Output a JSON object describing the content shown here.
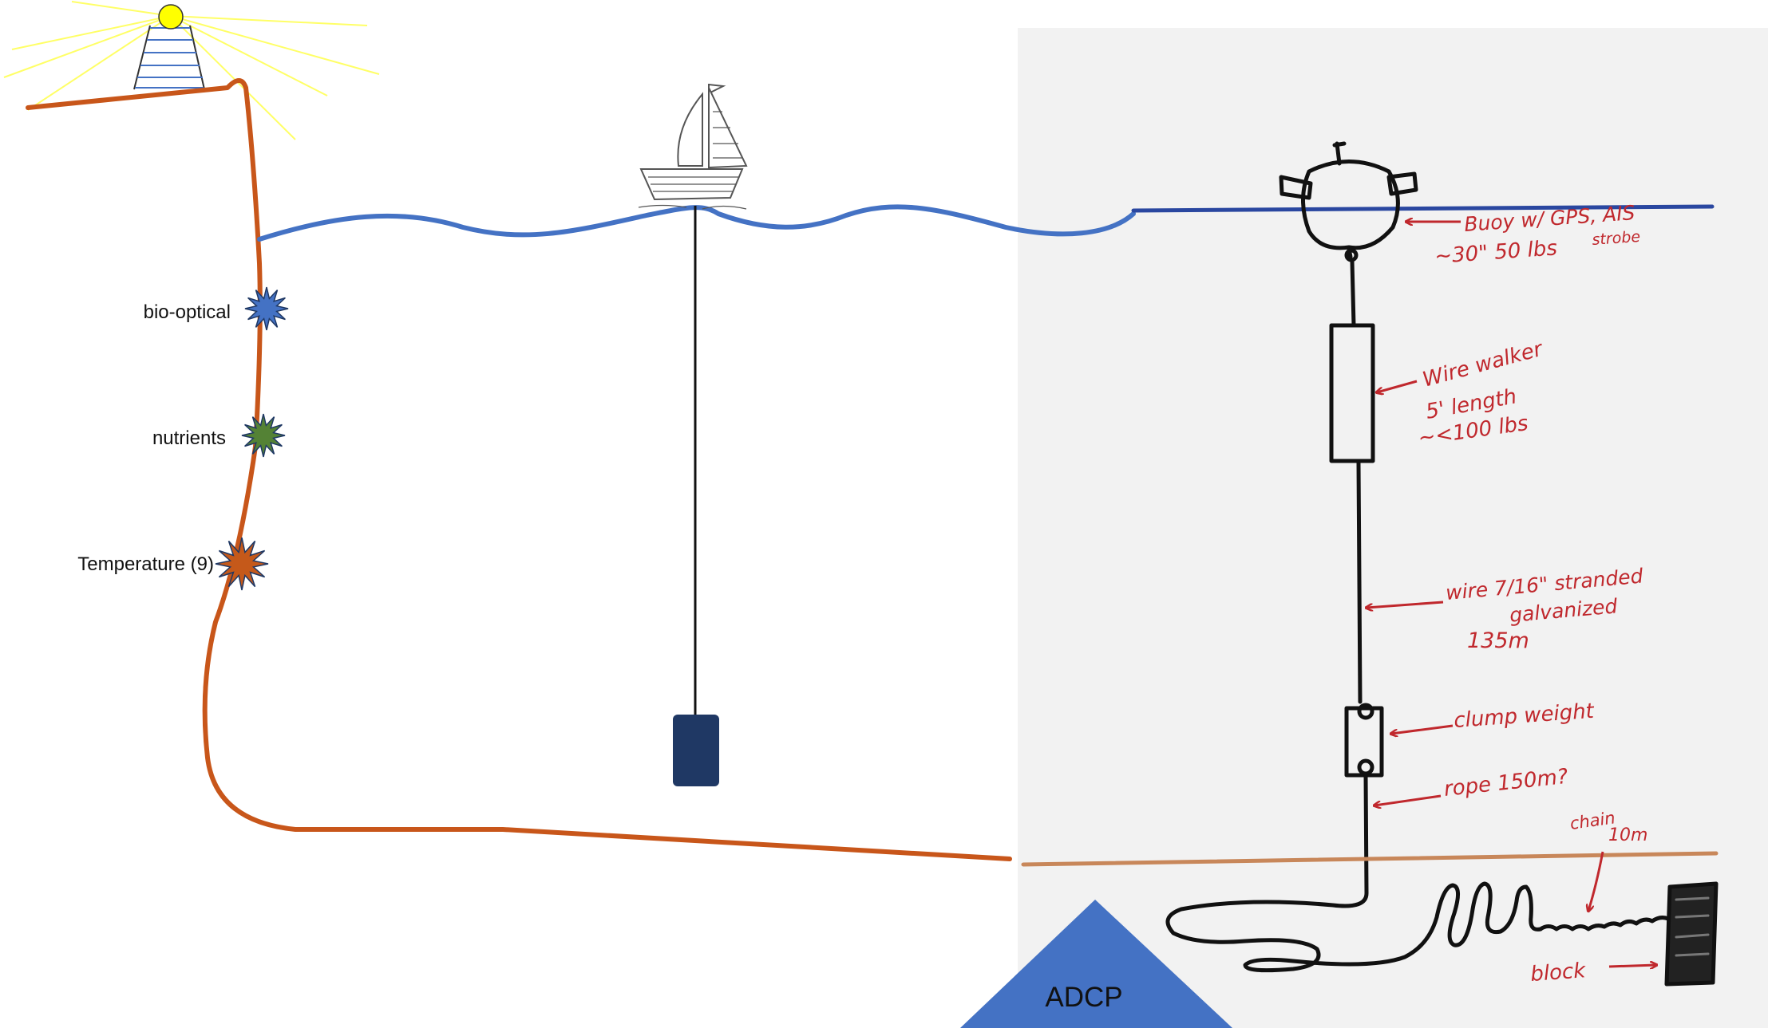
{
  "labels": {
    "bio_optical": "bio-optical",
    "nutrients": "nutrients",
    "temperature": "Temperature (9)",
    "adcp": "ADCP"
  },
  "handwritten": {
    "buoy_line1": "Buoy w/ GPS, AIS",
    "buoy_strobe": "strobe",
    "buoy_line2": "~30\" 50 lbs",
    "wirewalker_line1": "Wire walker",
    "wirewalker_line2": "5' length",
    "wirewalker_line3": "~<100 lbs",
    "wire_line1": "wire 7/16\" stranded",
    "wire_line2": "galvanized",
    "wire_line3": "135m",
    "clump": "clump weight",
    "rope": "rope 150m?",
    "chain_line1": "chain",
    "chain_line2": "10m",
    "block": "block"
  },
  "colors": {
    "cable": "#c8561a",
    "sea_surface": "#4472c4",
    "sea_surface_sketch": "#2a47a0",
    "seabed_sketch": "#c8875a",
    "annotation_red": "#c0282d",
    "sketch_bg": "#f2f2f2",
    "adcp": "#4472c4",
    "weight": "#1f3864",
    "bio_optical_star": "#4472c4",
    "nutrients_star": "#548235",
    "temperature_star": "#c5591a",
    "sun": "#ffff00",
    "rays": "#ffff66"
  },
  "icons": {
    "lighthouse": "lighthouse-icon",
    "sailboat": "sailboat-icon",
    "sensor": "starburst-icon",
    "buoy": "buoy-icon",
    "block": "anchor-block-icon"
  }
}
